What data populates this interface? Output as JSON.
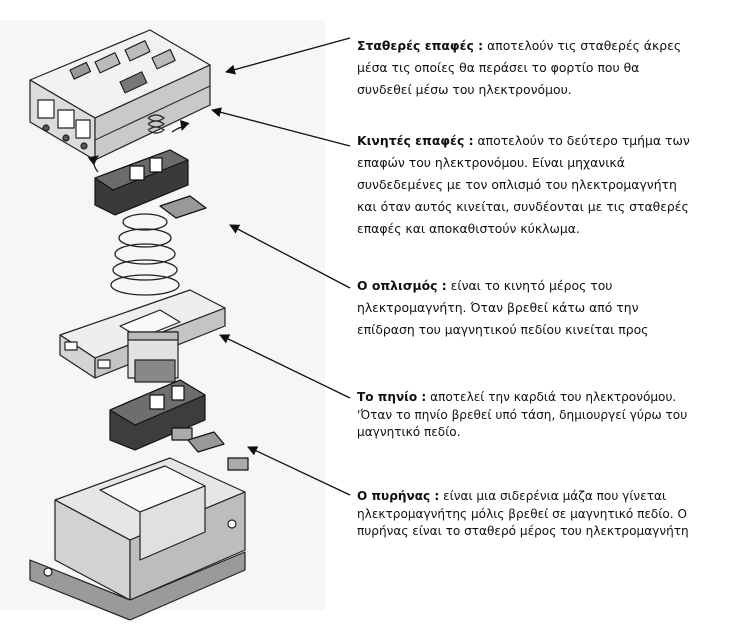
{
  "callouts": [
    {
      "term": "Σταθερές επαφές :",
      "lines": [
        " αποτελούν τις σταθερές άκρες",
        "μέσα τις οποίες θα περάσει το φορτίο που θα",
        "συνδεθεί μέσω του ηλεκτρονόμου."
      ]
    },
    {
      "term": "Κινητές επαφές :",
      "lines": [
        " αποτελούν το δεύτερο τμήμα των",
        "επαφών του ηλεκτρονόμου. Είναι μηχανικά",
        "συνδεδεμένες με τον οπλισμό του ηλεκτρομαγνήτη",
        "και όταν αυτός κινείται,  συνδέονται με τις σταθερές",
        "επαφές και αποκαθιστούν  κύκλωμα."
      ]
    },
    {
      "term": "Ο οπλισμός :",
      "lines": [
        " είναι το κινητό μέρος του",
        "ηλεκτρομαγνήτη. Όταν βρεθεί κάτω από την",
        "επίδραση του μαγνητικού πεδίου κινείται προς"
      ]
    },
    {
      "term": "Το πηνίο :",
      "lines": [
        "  αποτελεί την καρδιά του ηλεκτρονόμου.",
        "'Όταν το πηνίο βρεθεί υπό τάση, δημιουργεί γύρω του",
        "μαγνητικό πεδίο."
      ]
    },
    {
      "term": "Ο πυρήνας :",
      "lines": [
        " είναι μια σιδερένια μάζα που γίνεται",
        "ηλεκτρομαγνήτης μόλις βρεθεί σε μαγνητικό πεδίο. Ο",
        "πυρήνας είναι το σταθερό μέρος του ηλεκτρομαγνήτη"
      ]
    }
  ]
}
